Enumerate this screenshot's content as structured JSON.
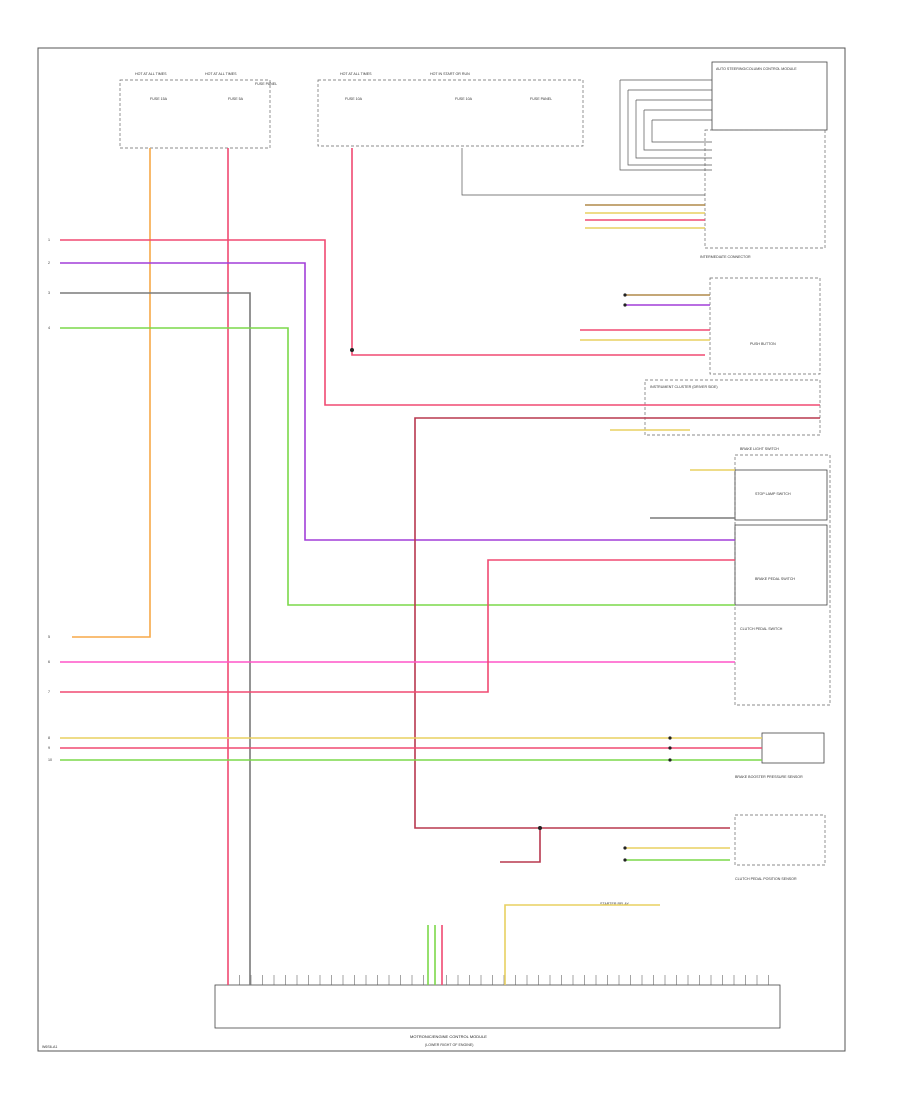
{
  "diagram": {
    "fig_code": "W6S6-A1",
    "main_module_label": "MOTRONIC/ENGINE CONTROL MODULE",
    "main_module_sub": "(LOWER RIGHT OF ENGINE)",
    "fuse_boxes": [
      {
        "title": "HOT AT ALL TIMES",
        "fuse": "FUSE 15A"
      },
      {
        "title": "HOT AT ALL TIMES",
        "fuse": "FUSE 5A"
      },
      {
        "title": "HOT AT ALL TIMES",
        "fuse": "FUSE 10A"
      },
      {
        "title": "HOT IN START OR RUN",
        "fuse": "FUSE 10A"
      }
    ],
    "fuse_panel_label": "FUSE PANEL",
    "components": [
      "AUTO STEERING/COLUMN CONTROL MODULE",
      "INTERMEDIATE CONNECTOR",
      "PUSH BUTTON",
      "INSTRUMENT CLUSTER (DRIVER SIDE)",
      "BRAKE LIGHT SWITCH",
      "STOP LAMP SWITCH",
      "BRAKE PEDAL SWITCH",
      "CLUTCH PEDAL SWITCH",
      "BRAKE BOOSTER PRESSURE SENSOR",
      "CLUTCH PEDAL POSITION SENSOR",
      "STARTER RELAY"
    ],
    "wire_colors": {
      "orange": "#f7a848",
      "red": "#f04a72",
      "pink": "#ff55c8",
      "violet": "#a23fd8",
      "gray": "#7a7a7a",
      "green": "#7bd84a",
      "yellow": "#e8d060",
      "darkred": "#b8384f",
      "brown": "#b08a4a",
      "black": "#333333"
    },
    "left_refs": [
      "1",
      "2",
      "3",
      "4",
      "5",
      "6",
      "7",
      "8",
      "9",
      "10"
    ]
  }
}
